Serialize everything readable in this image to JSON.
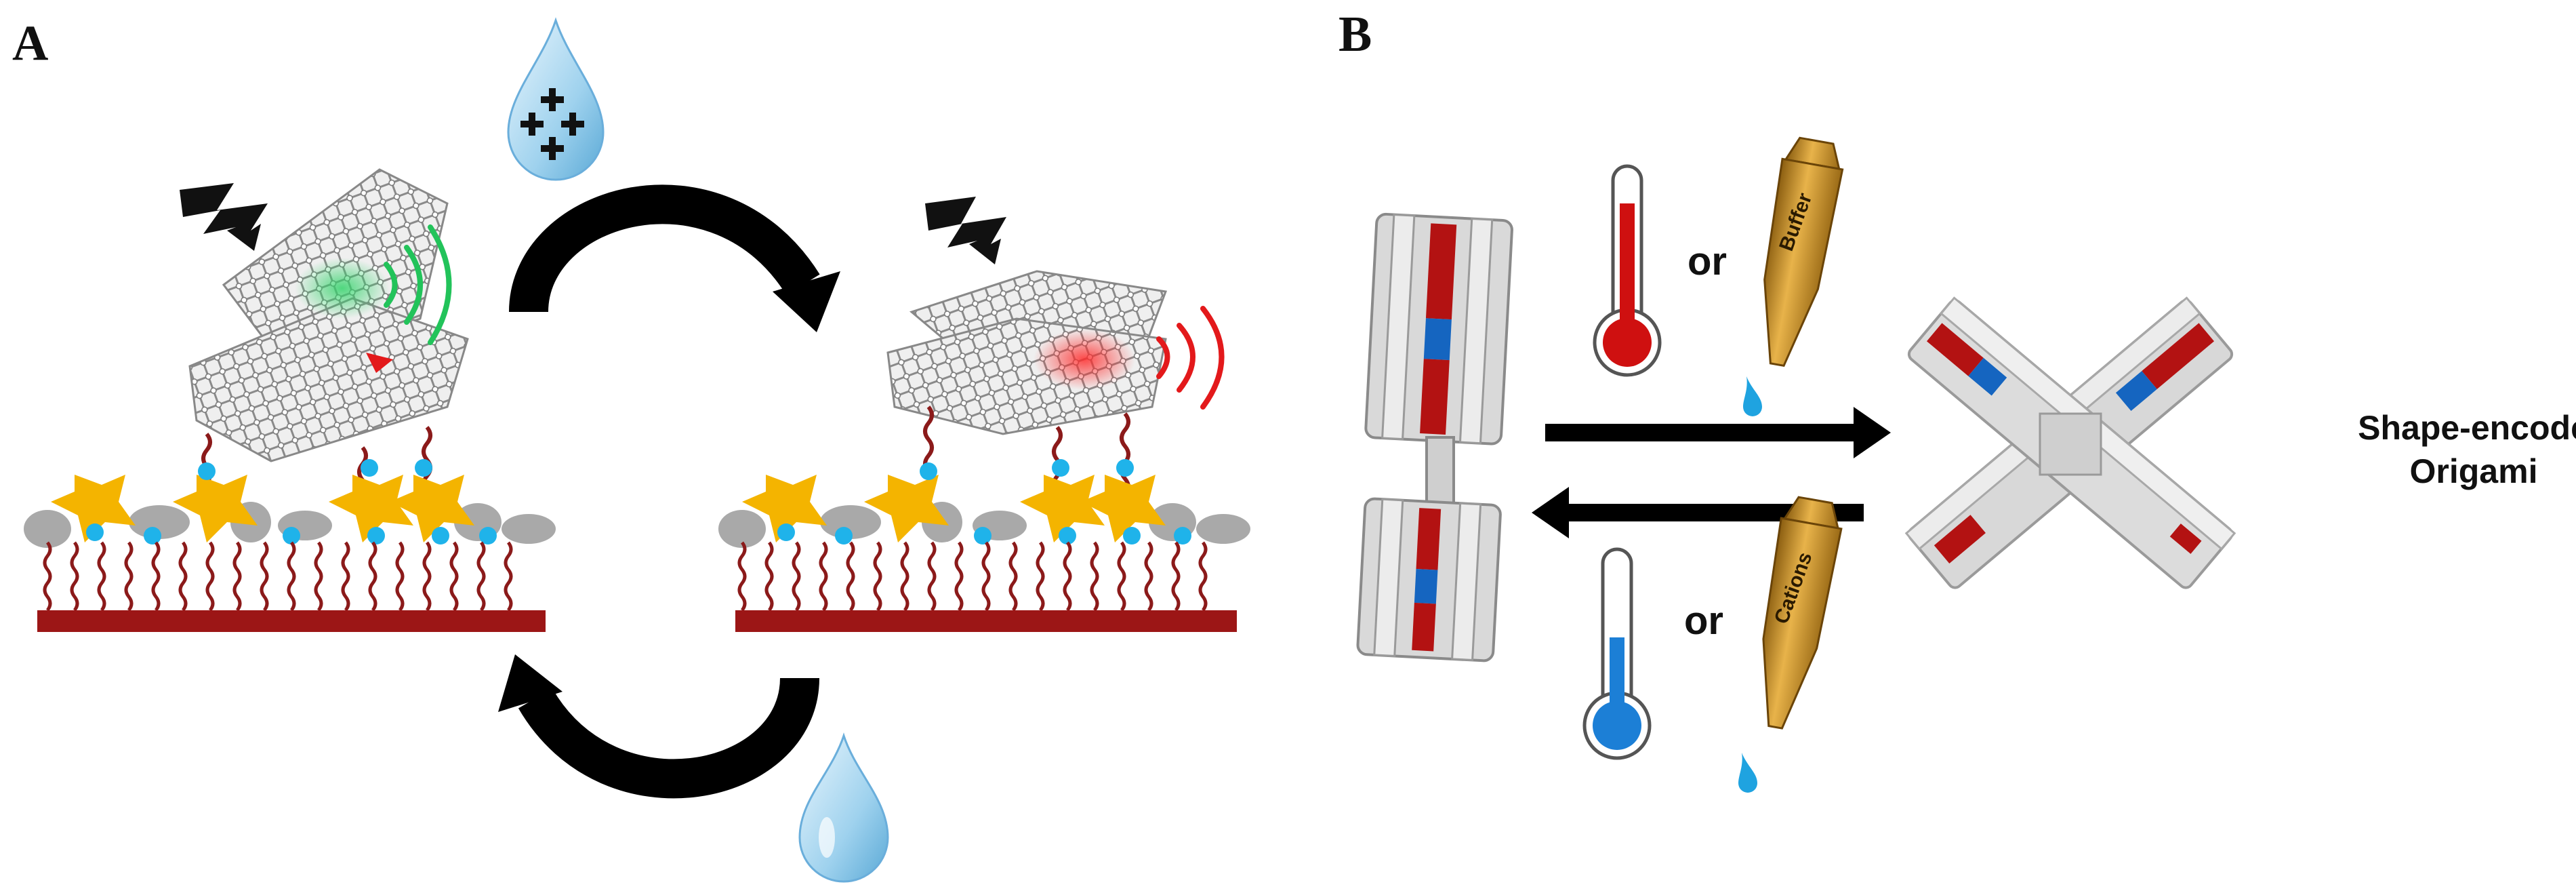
{
  "figure": {
    "panel_a": {
      "label": "A",
      "top_drop": {
        "icon": "cation-water-drop-icon"
      },
      "bottom_drop": {
        "icon": "water-drop-icon"
      },
      "left_state": {
        "emission_color": "#22c35a"
      },
      "right_state": {
        "emission_color": "#e3191b"
      }
    },
    "panel_b": {
      "label": "B",
      "forward": {
        "or_text": "or",
        "bottle_label": "Buffer",
        "thermometer_color": "#cf1010"
      },
      "reverse": {
        "or_text": "or",
        "bottle_label": "Cations",
        "thermometer_color": "#1c7fd6"
      },
      "caption_line1": "Shape-encode",
      "caption_line2": "Origami"
    }
  }
}
